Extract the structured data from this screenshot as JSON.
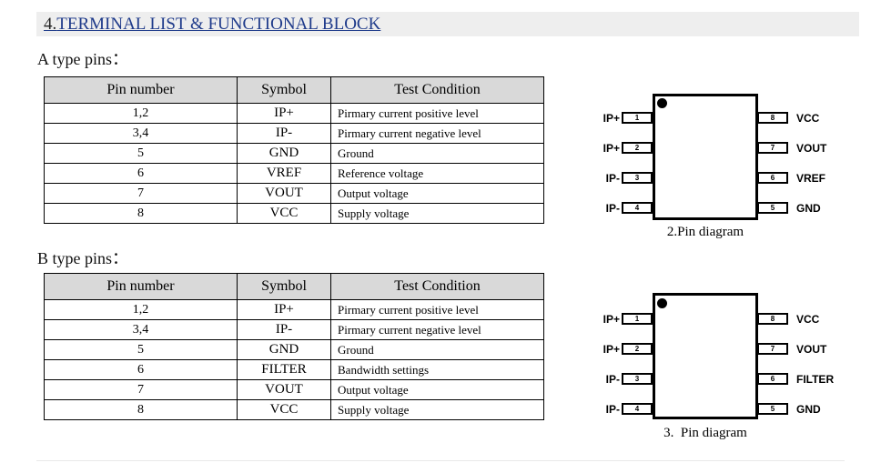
{
  "heading": {
    "section_number": "4.",
    "section_title": "TERMINAL LIST & FUNCTIONAL BLOCK"
  },
  "tables": [
    {
      "label": "A type pins：",
      "headers": [
        "Pin number",
        "Symbol",
        "Test Condition"
      ],
      "rows": [
        [
          "1,2",
          "IP+",
          "Pirmary current positive level"
        ],
        [
          "3,4",
          "IP-",
          "Pirmary current negative level"
        ],
        [
          "5",
          "GND",
          "Ground"
        ],
        [
          "6",
          "VREF",
          "Reference voltage"
        ],
        [
          "7",
          "VOUT",
          "Output voltage"
        ],
        [
          "8",
          "VCC",
          "Supply voltage"
        ]
      ]
    },
    {
      "label": "B type pins：",
      "headers": [
        "Pin number",
        "Symbol",
        "Test Condition"
      ],
      "rows": [
        [
          "1,2",
          "IP+",
          "Pirmary current positive level"
        ],
        [
          "3,4",
          "IP-",
          "Pirmary current negative level"
        ],
        [
          "5",
          "GND",
          "Ground"
        ],
        [
          "6",
          "FILTER",
          "Bandwidth settings"
        ],
        [
          "7",
          "VOUT",
          "Output voltage"
        ],
        [
          "8",
          "VCC",
          "Supply voltage"
        ]
      ]
    }
  ],
  "diagrams": [
    {
      "caption": "2.Pin diagram",
      "left_pins": [
        {
          "num": "1",
          "label": "IP+"
        },
        {
          "num": "2",
          "label": "IP+"
        },
        {
          "num": "3",
          "label": "IP-"
        },
        {
          "num": "4",
          "label": "IP-"
        }
      ],
      "right_pins": [
        {
          "num": "8",
          "label": "VCC"
        },
        {
          "num": "7",
          "label": "VOUT"
        },
        {
          "num": "6",
          "label": "VREF"
        },
        {
          "num": "5",
          "label": "GND"
        }
      ]
    },
    {
      "caption": "3.  Pin diagram",
      "left_pins": [
        {
          "num": "1",
          "label": "IP+"
        },
        {
          "num": "2",
          "label": "IP+"
        },
        {
          "num": "3",
          "label": "IP-"
        },
        {
          "num": "4",
          "label": "IP-"
        }
      ],
      "right_pins": [
        {
          "num": "8",
          "label": "VCC"
        },
        {
          "num": "7",
          "label": "VOUT"
        },
        {
          "num": "6",
          "label": "FILTER"
        },
        {
          "num": "5",
          "label": "GND"
        }
      ]
    }
  ],
  "colors": {
    "title_blue": "#1e3a8a",
    "title_strip_gray": "#eeeeee",
    "table_header_gray": "#d9d9d9"
  }
}
